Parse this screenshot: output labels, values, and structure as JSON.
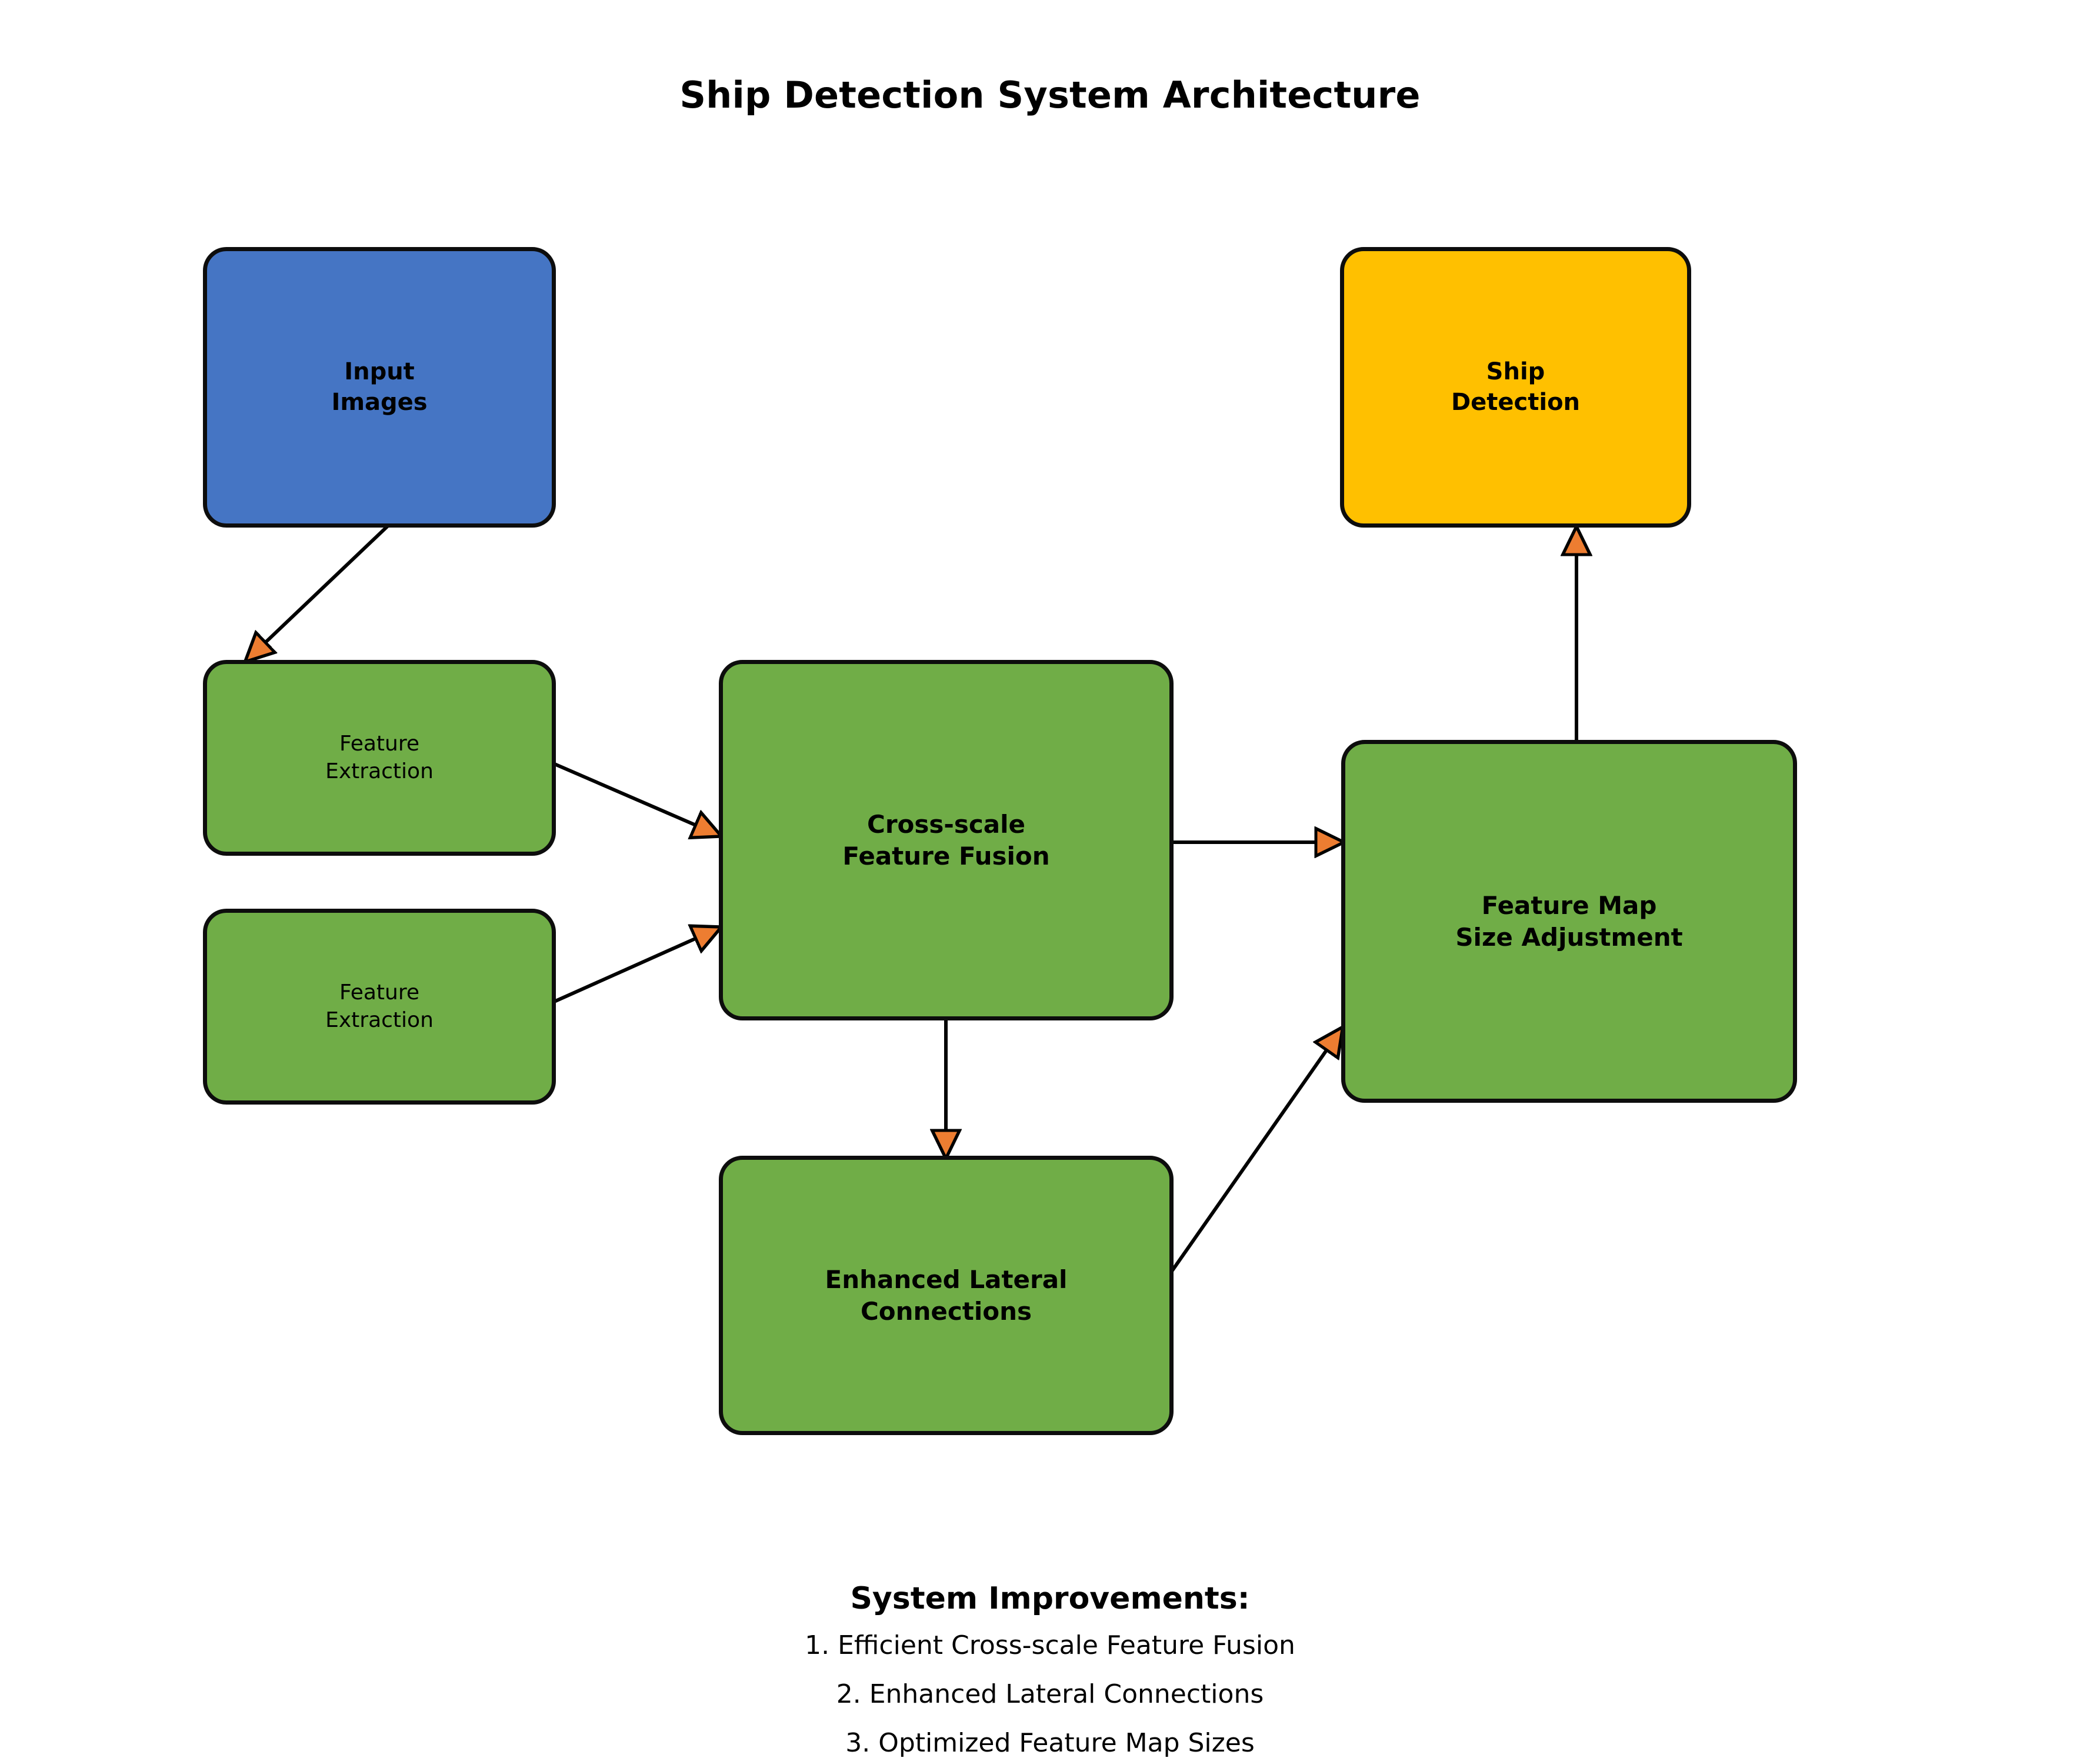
{
  "title": "Ship Detection System Architecture",
  "nodes": [
    {
      "id": "input-images",
      "label": "Input\nImages",
      "color": "#4575C4"
    },
    {
      "id": "ship-detection",
      "label": "Ship\nDetection",
      "color": "#FFC000"
    },
    {
      "id": "feature-extraction-1",
      "label": "Feature\nExtraction",
      "color": "#70AD47"
    },
    {
      "id": "feature-extraction-2",
      "label": "Feature\nExtraction",
      "color": "#70AD47"
    },
    {
      "id": "cross-scale-fusion",
      "label": "Cross-scale\nFeature Fusion",
      "color": "#70AD47"
    },
    {
      "id": "enhanced-lateral",
      "label": "Enhanced Lateral\nConnections",
      "color": "#70AD47"
    },
    {
      "id": "feature-map-size",
      "label": "Feature Map\nSize Adjustment",
      "color": "#70AD47"
    }
  ],
  "edges": [
    {
      "from": "input-images",
      "to": "feature-extraction-1"
    },
    {
      "from": "feature-extraction-1",
      "to": "cross-scale-fusion"
    },
    {
      "from": "feature-extraction-2",
      "to": "cross-scale-fusion"
    },
    {
      "from": "cross-scale-fusion",
      "to": "feature-map-size"
    },
    {
      "from": "cross-scale-fusion",
      "to": "enhanced-lateral"
    },
    {
      "from": "enhanced-lateral",
      "to": "feature-map-size"
    },
    {
      "from": "feature-map-size",
      "to": "ship-detection"
    }
  ],
  "footer": {
    "heading": "System Improvements:",
    "items": [
      "1. Efficient Cross-scale Feature Fusion",
      "2. Enhanced Lateral Connections",
      "3. Optimized Feature Map Sizes"
    ]
  },
  "colors": {
    "input": "#4575C4",
    "process": "#70AD47",
    "output": "#FFC000",
    "arrow_head": "#ED7D31",
    "arrow_line": "#000000",
    "node_border": "#0d0d0d",
    "background": "#ffffff"
  }
}
